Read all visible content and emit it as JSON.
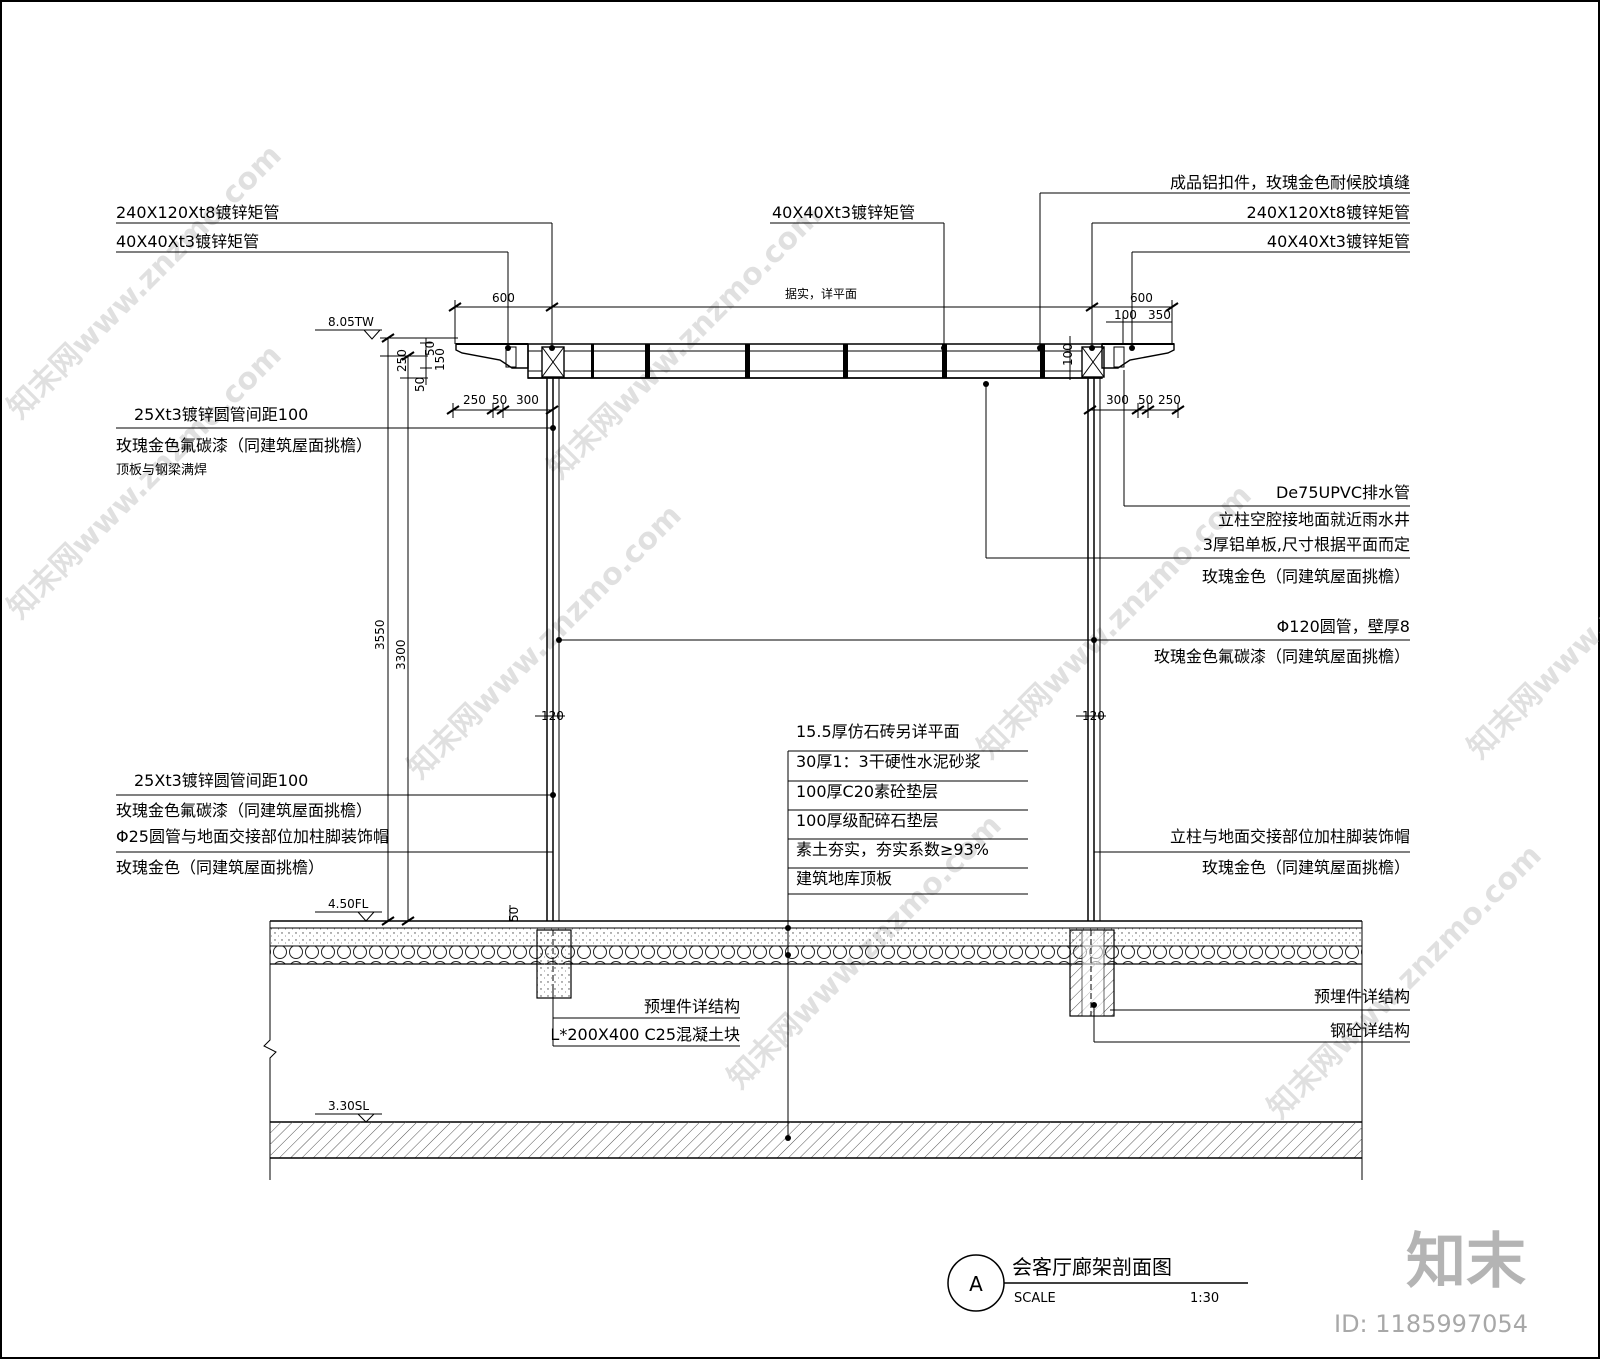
{
  "watermark": {
    "text": "知末网www.znzmo.com",
    "brand": "知末",
    "id": "ID: 1185997054"
  },
  "levels": {
    "top": "8.05TW",
    "floor": "4.50FL",
    "slab": "3.30SL"
  },
  "dims": {
    "left_overhang": "600",
    "span_note": "据实，详平面",
    "right_overhang": "600",
    "right_100": "100",
    "right_350": "350",
    "h_250": "250",
    "h_150": "150",
    "h_50a": "50",
    "h_50b": "50",
    "left_250": "250",
    "left_50": "50",
    "left_300": "300",
    "right_300": "300",
    "right_50": "50",
    "right_250": "250",
    "beam_100": "100",
    "h_3550": "3550",
    "h_3300": "3300",
    "col_120_left": "120",
    "col_120_right": "120",
    "found_50": "50"
  },
  "labels": {
    "l_tube_240": "240X120Xt8镀锌矩管",
    "l_tube_40": "40X40Xt3镀锌矩管",
    "c_tube_40": "40X40Xt3镀锌矩管",
    "r_clip": "成品铝扣件，玫瑰金色耐候胶填缝",
    "r_tube_240": "240X120Xt8镀锌矩管",
    "r_tube_40": "40X40Xt3镀锌矩管",
    "l_round_pipe_1": "25Xt3镀锌圆管间距100",
    "l_paint_1": "玫瑰金色氟碳漆（同建筑屋面挑檐）",
    "l_weld": "顶板与钢梁满焊",
    "r_drain": "De75UPVC排水管",
    "r_cavity": "立柱空腔接地面就近雨水井",
    "r_alu": "3厚铝单板,尺寸根据平面而定",
    "r_rose": "玫瑰金色（同建筑屋面挑檐）",
    "r_pipe120": "Φ120圆管，壁厚8",
    "r_paint": "玫瑰金色氟碳漆（同建筑屋面挑檐）",
    "layers": [
      "15.5厚仿石砖另详平面",
      "30厚1：3干硬性水泥砂浆",
      "100厚C20素砼垫层",
      "100厚级配碎石垫层",
      "素土夯实，夯实系数≥93%",
      "建筑地库顶板"
    ],
    "l_round_pipe_2": "25Xt3镀锌圆管间距100",
    "l_paint_2": "玫瑰金色氟碳漆（同建筑屋面挑檐）",
    "l_cap": "Φ25圆管与地面交接部位加柱脚装饰帽",
    "l_rose": "玫瑰金色（同建筑屋面挑檐）",
    "r_cap": "立柱与地面交接部位加柱脚装饰帽",
    "r_rose2": "玫瑰金色（同建筑屋面挑檐）",
    "embed_l": "预埋件详结构",
    "concrete_l": "L*200X400 C25混凝土块",
    "embed_r": "预埋件详结构",
    "rc_r": "钢砼详结构"
  },
  "title": {
    "circle": "A",
    "name": "会客厅廊架剖面图",
    "scale_label": "SCALE",
    "scale": "1:30"
  }
}
